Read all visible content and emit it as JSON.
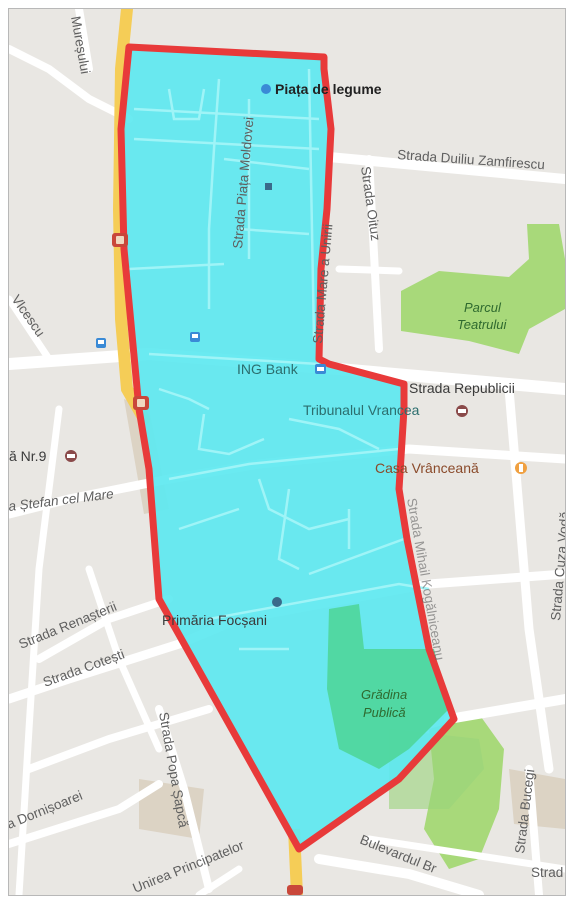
{
  "map": {
    "streets": {
      "muresului": "Mureșului",
      "piata_moldovei": "Strada Piața Moldovei",
      "mare_a_unirii": "Strada Mare a Unirii",
      "oituz": "Strada Oituz",
      "duiliu": "Strada Duiliu Zamfirescu",
      "republicii": "Strada Republicii",
      "stefan_cel_mare": "a Ștefan cel Mare",
      "renasterii": "Strada Renașterii",
      "cotesti": "Strada Cotești",
      "popa_sapca": "Strada Popa Șapcă",
      "dornisoarei": "a Dornișoarei",
      "unirea_principatelor": "Unirea Principatelor",
      "bucegi": "Strada Bucegi",
      "cuza_voda": "Strada Cuza Vodă",
      "bulevardul": "Bulevardul Br",
      "kogalniceanu": "Strada Mihail Kogălniceanu",
      "vlcescu": "Vlcescu",
      "strad": "Strad"
    },
    "places": {
      "piata_de_legume": "Piața de legume",
      "ing_bank": "ING Bank",
      "tribunalul": "Tribunalul Vrancea",
      "casa_vranceana": "Casa Vrânceană",
      "primaria": "Primăria Focșani",
      "nr9": "ă Nr.9"
    },
    "parks": {
      "parcul_line1": "Parcul",
      "parcul_line2": "Teatrului",
      "gradina_line1": "Grădina",
      "gradina_line2": "Publică"
    }
  },
  "colors": {
    "area_fill": "#5de8f0",
    "area_border": "#e83a3a",
    "park": "#a8d97a",
    "road": "#ffffff",
    "major_road": "#f5cd57",
    "background": "#e9e7e3"
  }
}
